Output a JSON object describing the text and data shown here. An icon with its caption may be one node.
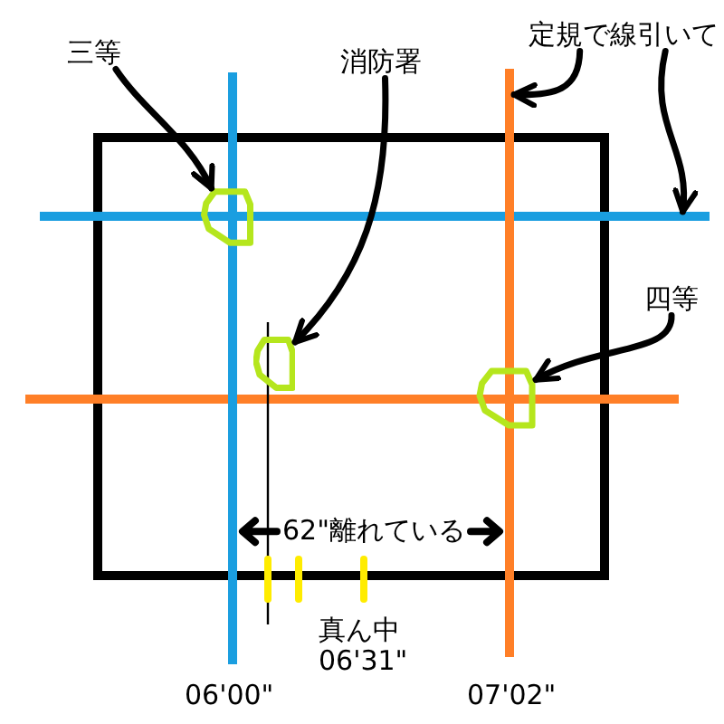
{
  "diagram": {
    "nodes": [
      {
        "text": [
          "三等"
        ]
      },
      {
        "text": [
          "消防署"
        ]
      },
      {
        "text": [
          "定規で線引いて"
        ]
      },
      {
        "text": [],
        "shape": "line"
      },
      {
        "text": [],
        "shape": "line"
      },
      {
        "text": [],
        "shape": "circle"
      },
      {
        "text": [
          "四等"
        ]
      },
      {
        "text": [],
        "shape": "circle"
      },
      {
        "text": [],
        "shape": "circle"
      }
    ],
    "edges": [
      {
        "from": 0,
        "to": 5,
        "arrow": "to"
      },
      {
        "from": 1,
        "to": 7,
        "arrow": "to"
      },
      {
        "from": 2,
        "to": 3,
        "arrow": "to"
      },
      {
        "from": 2,
        "to": 4,
        "arrow": "to"
      },
      {
        "from": 6,
        "to": 8,
        "arrow": "to"
      }
    ],
    "labels": [
      "62\"離れている",
      "真ん中 06'31\"",
      "06'00\"",
      "07'02\""
    ]
  }
}
